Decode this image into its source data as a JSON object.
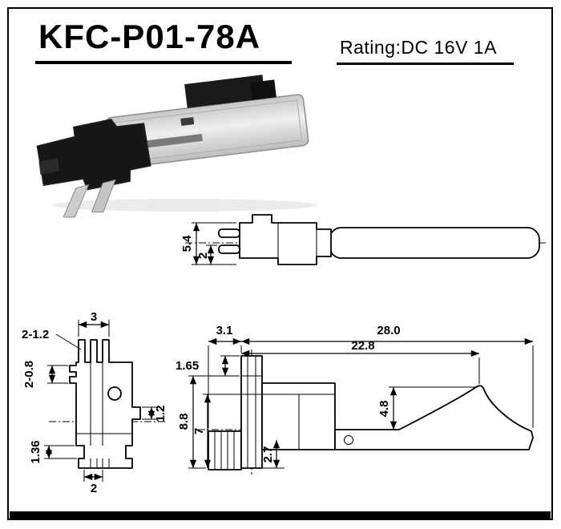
{
  "header": {
    "title": "KFC-P01-78A",
    "rating": "Rating:DC 16V 1A"
  },
  "drawings": {
    "side_profile": {
      "dims": {
        "height": "5.4",
        "pin_offset": "2"
      }
    },
    "front_view": {
      "dims": {
        "pins_width": "3",
        "pins_spec": "2-1.2",
        "slots_spec": "2-0.8",
        "tab_height": "1.2",
        "foot_height": "1.36",
        "foot_width": "2"
      }
    },
    "side_view": {
      "dims": {
        "left_section": "3.1",
        "total_length": "28.0",
        "body_length": "22.8",
        "tab_height": "1.65",
        "total_height": "8.8",
        "inner_height": "7",
        "lever_height": "4.8",
        "tail_height": "2.7"
      }
    }
  }
}
